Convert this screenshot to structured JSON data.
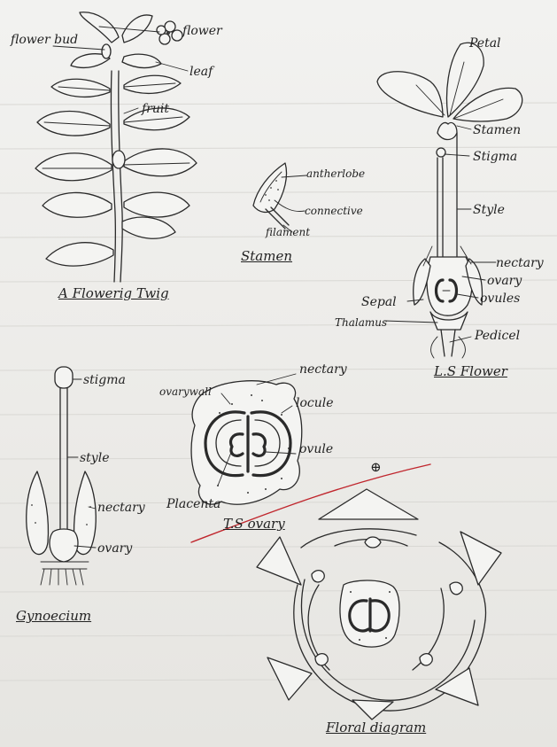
{
  "twig": {
    "caption": "A Flowerig Twig",
    "labels": {
      "flower_bud": "flower bud",
      "flower": "flower",
      "leaf": "leaf",
      "fruit": "fruit"
    }
  },
  "stamen": {
    "caption": "Stamen",
    "labels": {
      "antherlobe": "antherlobe",
      "connective": "connective",
      "filament": "filament"
    }
  },
  "ls_flower": {
    "caption": "L.S Flower",
    "labels": {
      "petal": "Petal",
      "stamen": "Stamen",
      "stigma": "Stigma",
      "style": "Style",
      "nectary": "nectary",
      "ovary": "ovary",
      "ovules": "ovules",
      "sepal": "Sepal",
      "thalamus": "Thalamus",
      "pedicel": "Pedicel"
    }
  },
  "gynoecium": {
    "caption": "Gynoecium",
    "labels": {
      "stigma": "stigma",
      "style": "style",
      "nectary": "nectary",
      "ovary": "ovary"
    }
  },
  "ts_ovary": {
    "caption": "T.S ovary",
    "labels": {
      "nectary": "nectary",
      "ovarywall": "ovarywall",
      "locule": "locule",
      "ovule": "ovule",
      "placenta": "Placenta"
    }
  },
  "floral_diagram": {
    "caption": "Floral diagram",
    "symbol": "⊕"
  },
  "colors": {
    "ink": "#2a2a2a",
    "paper": "#eeeeec",
    "red_line": "#c0262d"
  }
}
